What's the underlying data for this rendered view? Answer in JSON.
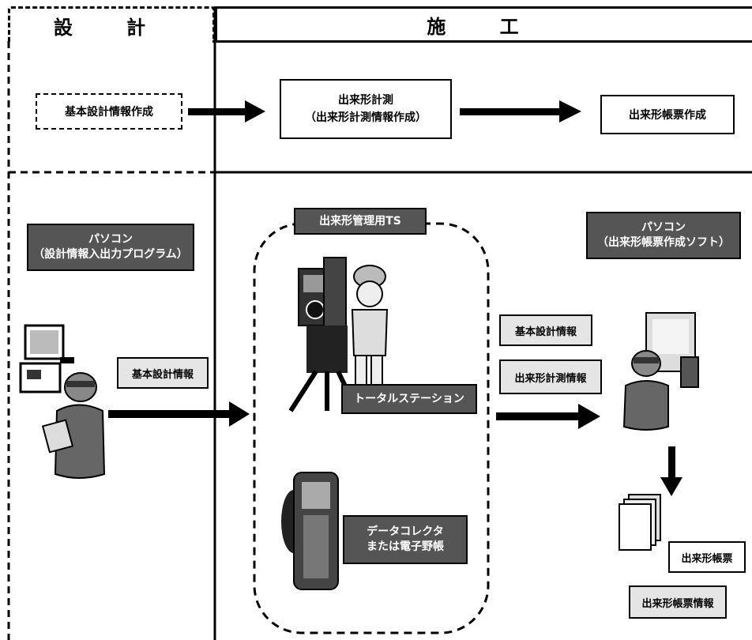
{
  "headers": {
    "design": "設 計",
    "construction": "施 工"
  },
  "flow": {
    "basic_design_info_creation": "基本設計情報作成",
    "measurement_line1": "出来形計測",
    "measurement_line2": "（出来形計測情報作成）",
    "ledger_creation": "出来形帳票作成"
  },
  "left_pc": {
    "line1": "パソコン",
    "line2": "（設計情報入出力プログラム）"
  },
  "left_info_label": "基本設計情報",
  "ts_group_label": "出来形管理用TS",
  "total_station_label": "トータルステーション",
  "data_collector": {
    "line1": "データコレクタ",
    "line2": "または電子野帳"
  },
  "right_pc": {
    "line1": "パソコン",
    "line2": "（出来形帳票作成ソフト）"
  },
  "mid_labels": {
    "basic_design_info": "基本設計情報",
    "measurement_info": "出来形計測情報"
  },
  "ledger_doc_label": "出来形帳票",
  "ledger_info_label": "出来形帳票情報"
}
